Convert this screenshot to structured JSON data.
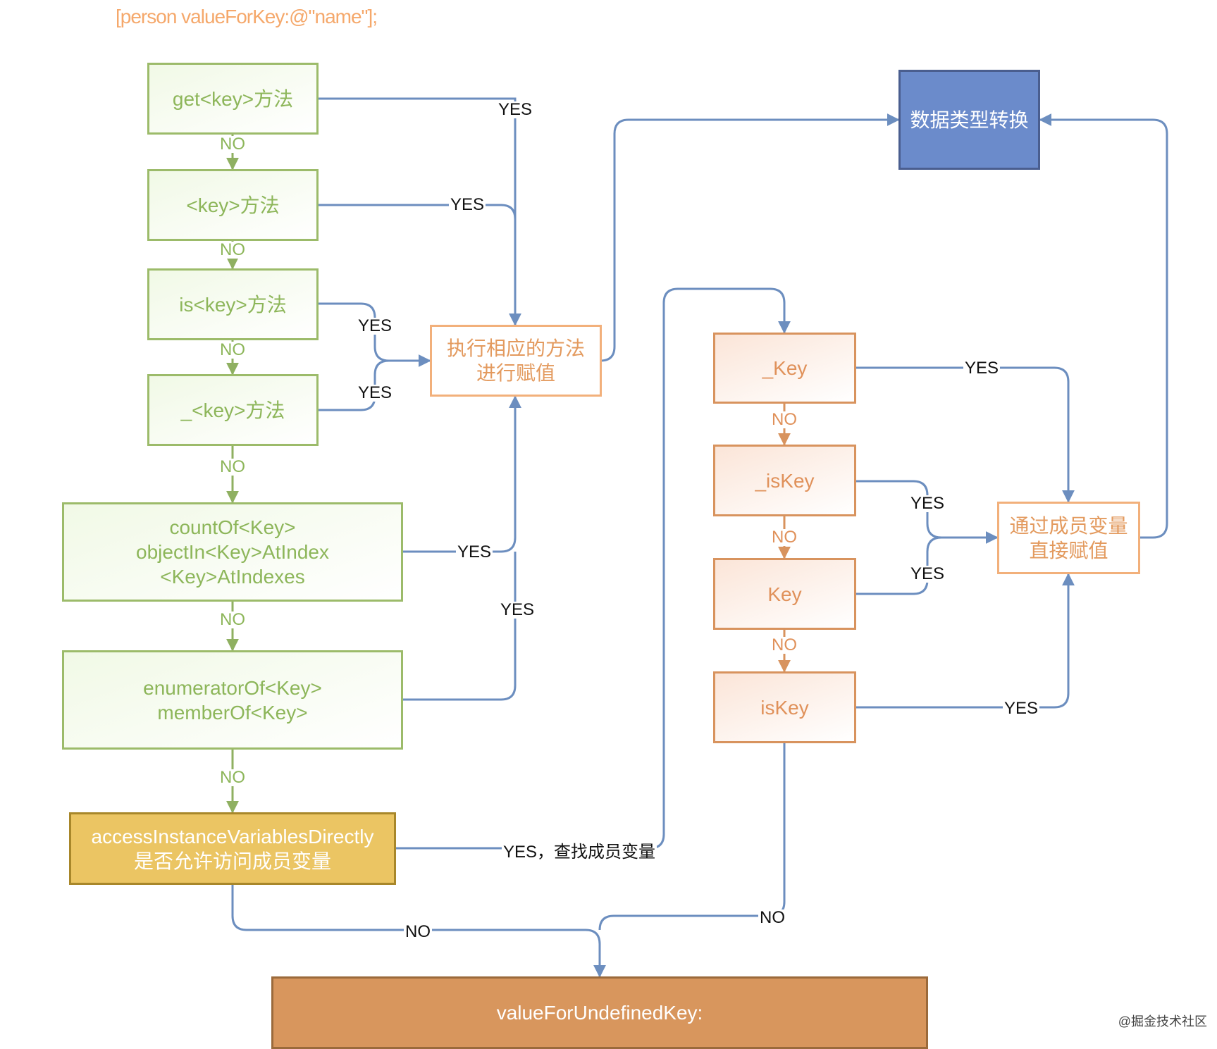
{
  "header": {
    "code": "[person valueForKey:@\"name\"];"
  },
  "left_chain": {
    "get_key": "get<key>方法",
    "key": "<key>方法",
    "is_key": "is<key>方法",
    "underscore_key": "_<key>方法",
    "count_of": [
      "countOf<Key>",
      "objectIn<Key>AtIndex",
      "<Key>AtIndexes"
    ],
    "enumerator_of": [
      "enumeratorOf<Key>",
      "memberOf<Key>"
    ],
    "access_directly": [
      "accessInstanceVariablesDirectly",
      "是否允许访问成员变量"
    ]
  },
  "execute_box": [
    "执行相应的方法",
    "进行赋值"
  ],
  "convert_box": "数据类型转换",
  "right_chain": {
    "underscore_Key": "_Key",
    "underscore_isKey": "_isKey",
    "Key": "Key",
    "isKey": "isKey"
  },
  "assign_box": [
    "通过成员变量",
    "直接赋值"
  ],
  "undefined_box": "valueForUndefinedKey:",
  "labels": {
    "yes": "YES",
    "no": "NO",
    "yes_search_ivar": "YES，查找成员变量"
  },
  "watermark": "@掘金技术社区",
  "colors": {
    "green_border": "#9CBB6A",
    "green_text": "#8DB65A",
    "orange_border": "#D8935E",
    "blue_line": "#6C8EBF",
    "blue_box": "#6B8BCB",
    "yellow_box": "#EBC563",
    "final_box": "#D8965D"
  }
}
